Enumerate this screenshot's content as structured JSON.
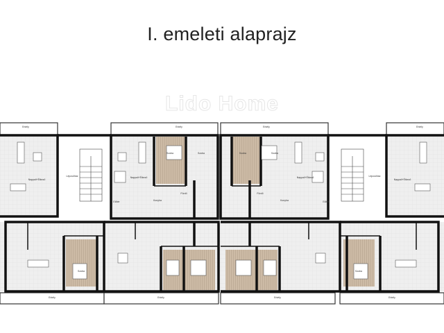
{
  "title": "I. emeleti alaprajz",
  "watermark": "Lido Home",
  "rooms": {
    "balcony": "Erkély",
    "room": "Szoba",
    "living": "Nappali+Étkező",
    "stairs": "Lépcsőház",
    "kitchen": "Konyha",
    "bath": "Fürdő",
    "hall": "Előtér"
  },
  "colors": {
    "wall": "#111111",
    "floor": "#ebebeb",
    "bedroom": "#c9b8a4",
    "hatch": "#a89480"
  }
}
